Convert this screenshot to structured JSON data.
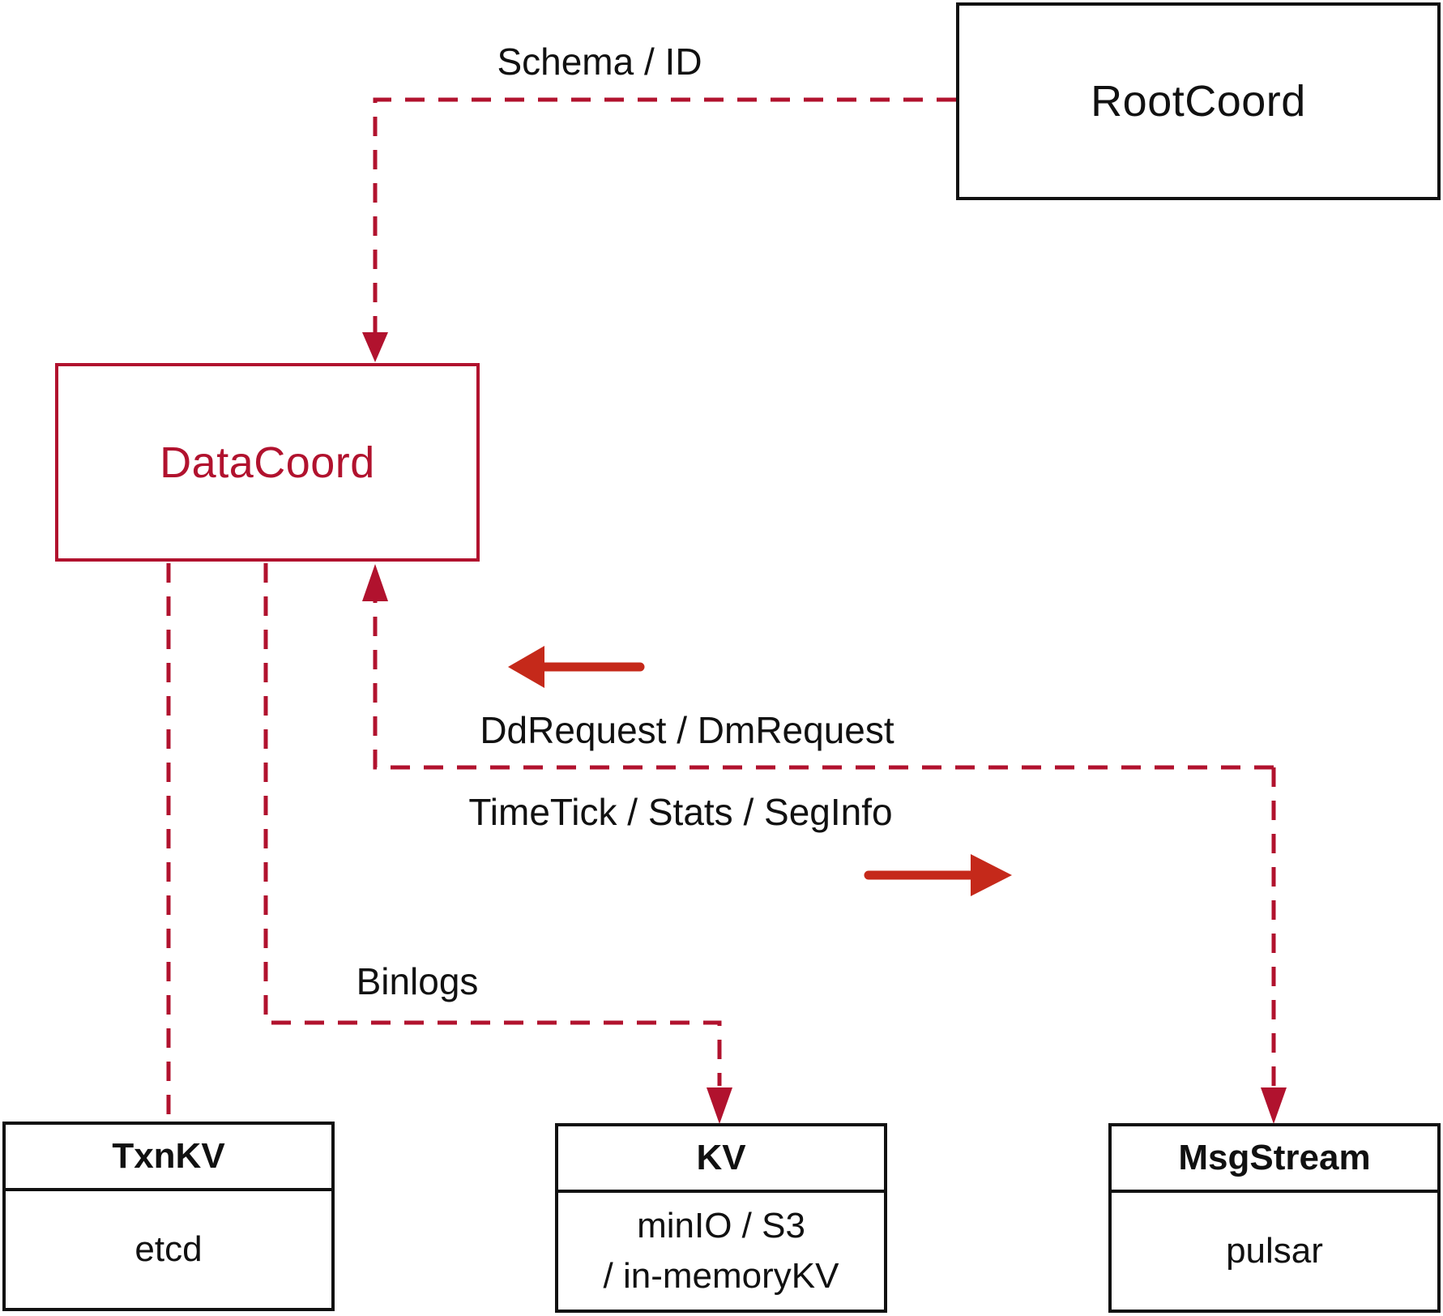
{
  "nodes": {
    "root_coord": {
      "label": "RootCoord"
    },
    "data_coord": {
      "label": "DataCoord"
    },
    "txn_kv": {
      "title": "TxnKV",
      "body": "etcd"
    },
    "kv": {
      "title": "KV",
      "body_line1": "minIO / S3",
      "body_line2": "/ in-memoryKV"
    },
    "msg_stream": {
      "title": "MsgStream",
      "body": "pulsar"
    }
  },
  "edge_labels": {
    "schema": "Schema / ID",
    "dd_request": "DdRequest / DmRequest",
    "time_tick": "TimeTick / Stats / SegInfo",
    "binlogs": "Binlogs"
  },
  "edges": [
    {
      "from": "RootCoord",
      "to": "DataCoord",
      "label": "Schema / ID",
      "style": "dashed"
    },
    {
      "from": "MsgStream",
      "to": "DataCoord",
      "label": "DdRequest / DmRequest",
      "style": "dashed"
    },
    {
      "from": "DataCoord",
      "to": "MsgStream",
      "label": "TimeTick / Stats / SegInfo",
      "style": "dashed"
    },
    {
      "from": "DataCoord",
      "to": "TxnKV",
      "label": "",
      "style": "dashed"
    },
    {
      "from": "DataCoord",
      "to": "KV",
      "label": "Binlogs",
      "style": "dashed"
    }
  ],
  "colors": {
    "dashed_line_red": "#b1122e",
    "solid_arrow_red": "#c5291a",
    "box_border_black": "#111111",
    "background": "#ffffff"
  }
}
